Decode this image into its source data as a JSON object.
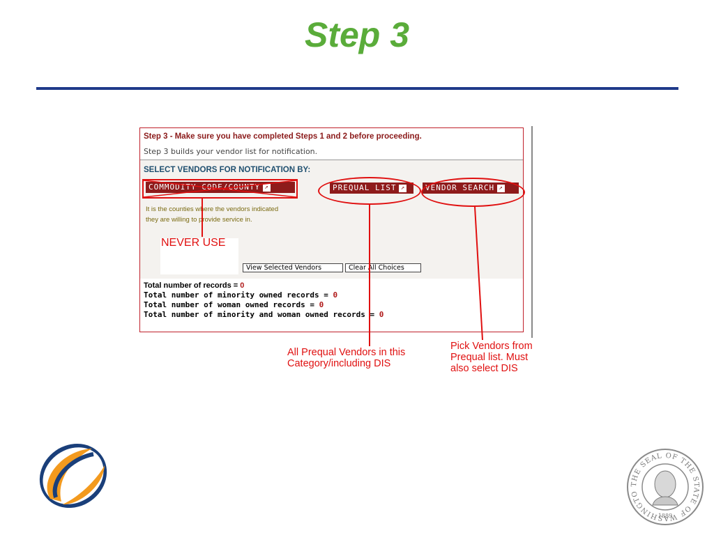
{
  "slide": {
    "title": "Step 3"
  },
  "panel": {
    "heading": "Step 3 - Make sure you have completed Steps 1 and 2 before proceeding.",
    "subheading": "Step 3 builds your vendor list for notification.",
    "select_label": "SELECT VENDORS FOR NOTIFICATION BY:",
    "buttons": {
      "commodity": "COMMODITY CODE/COUNTY",
      "prequal": "PREQUAL LIST",
      "vendor_search": "VENDOR SEARCH",
      "view_selected": "View Selected Vendors",
      "clear_all": "Clear All Choices"
    },
    "description_line1": "It is the counties where the vendors indicated",
    "description_line2": "they are willing to provide service in.",
    "totals": {
      "records_label": "Total number of records = ",
      "records_value": "0",
      "minority_label": "Total number of minority owned records = ",
      "minority_value": "0",
      "woman_label": "Total number of woman owned records = ",
      "woman_value": "0",
      "both_label": "Total number of minority and woman owned records = ",
      "both_value": "0"
    }
  },
  "annotations": {
    "never_use": "NEVER USE",
    "prequal_note_line1": "All Prequal Vendors in this",
    "prequal_note_line2": "Category/including DIS",
    "pick_note_line1": "Pick Vendors from",
    "pick_note_line2": "Prequal list. Must",
    "pick_note_line3": "also select DIS"
  },
  "seal": {
    "text": "THE SEAL OF THE STATE OF WASHINGTON",
    "year": "1889"
  },
  "colors": {
    "title_green": "#5aac3a",
    "rule_blue": "#1f3a8a",
    "button_dark_red": "#8e1b1b",
    "annotation_red": "#e01010"
  },
  "icons": {
    "external_link": "external-link-icon",
    "logo": "swoosh-logo-icon",
    "seal": "washington-state-seal-icon"
  }
}
